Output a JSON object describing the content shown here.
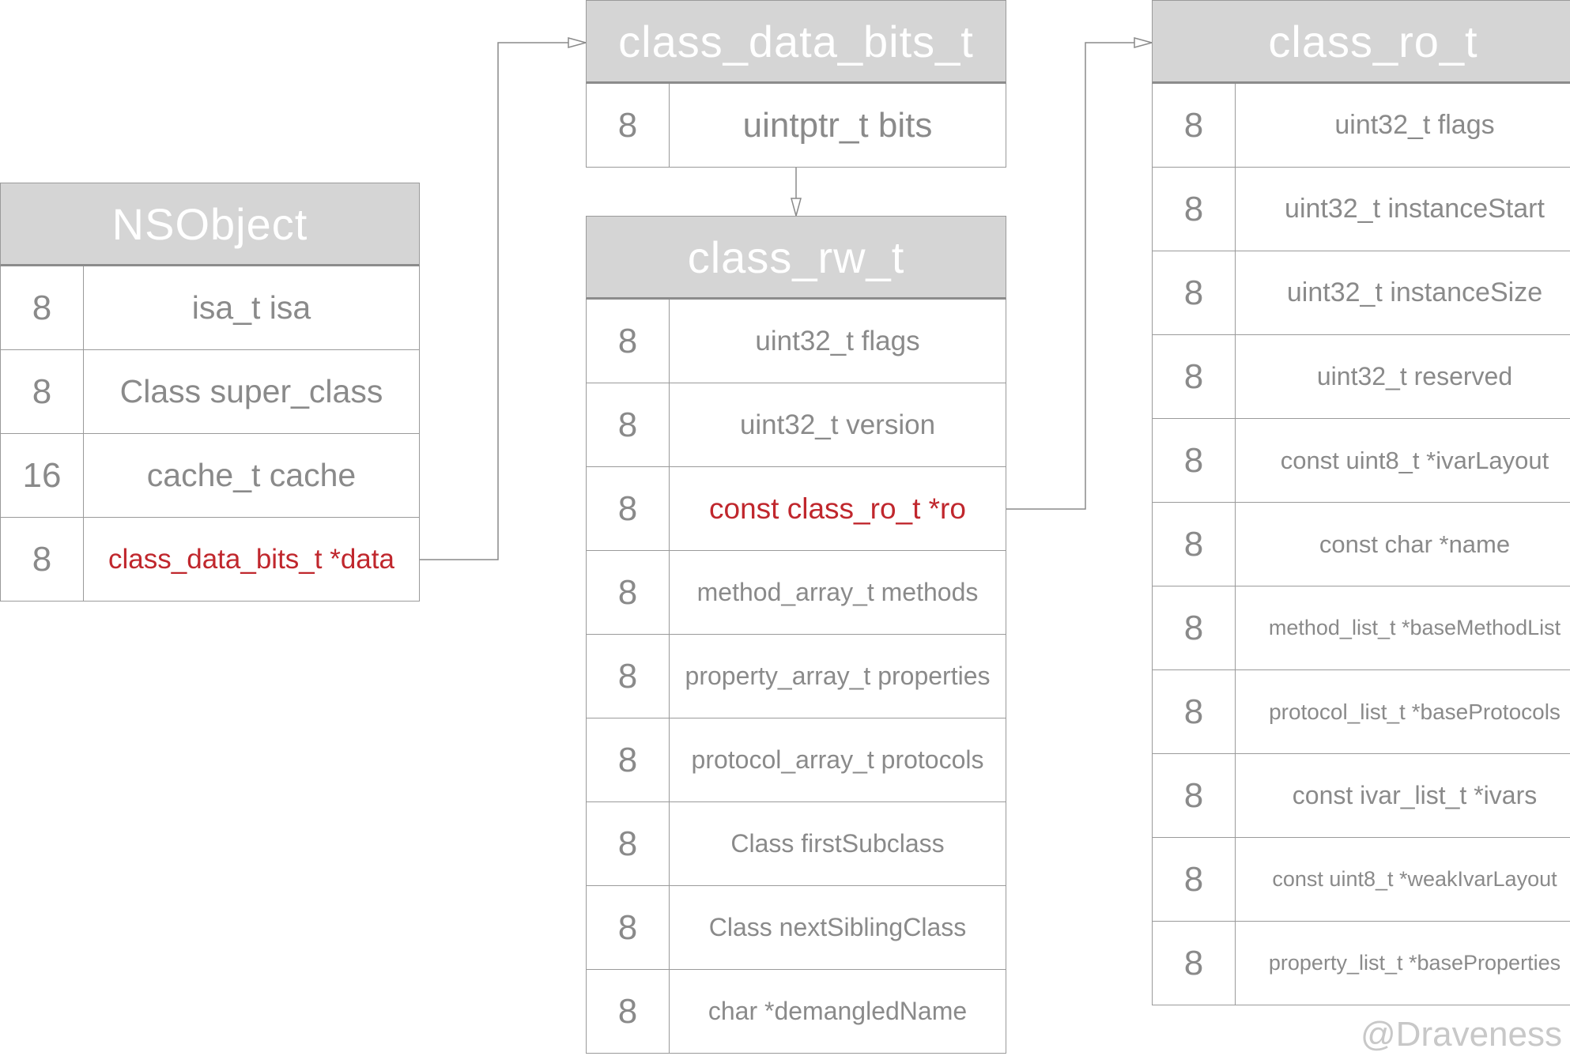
{
  "structs": [
    {
      "id": "nsobject",
      "title": "NSObject",
      "fields": [
        {
          "size": "8",
          "name": "isa_t isa"
        },
        {
          "size": "8",
          "name": "Class super_class"
        },
        {
          "size": "16",
          "name": "cache_t cache"
        },
        {
          "size": "8",
          "name": "class_data_bits_t *data",
          "highlight": true
        }
      ]
    },
    {
      "id": "class-data-bits-t",
      "title": "class_data_bits_t",
      "fields": [
        {
          "size": "8",
          "name": "uintptr_t bits"
        }
      ]
    },
    {
      "id": "class-rw-t",
      "title": "class_rw_t",
      "fields": [
        {
          "size": "8",
          "name": "uint32_t flags"
        },
        {
          "size": "8",
          "name": "uint32_t version"
        },
        {
          "size": "8",
          "name": "const class_ro_t *ro",
          "highlight": true
        },
        {
          "size": "8",
          "name": "method_array_t methods"
        },
        {
          "size": "8",
          "name": "property_array_t properties"
        },
        {
          "size": "8",
          "name": "protocol_array_t protocols"
        },
        {
          "size": "8",
          "name": "Class firstSubclass"
        },
        {
          "size": "8",
          "name": "Class nextSiblingClass"
        },
        {
          "size": "8",
          "name": "char *demangledName"
        }
      ]
    },
    {
      "id": "class-ro-t",
      "title": "class_ro_t",
      "fields": [
        {
          "size": "8",
          "name": "uint32_t flags"
        },
        {
          "size": "8",
          "name": "uint32_t instanceStart"
        },
        {
          "size": "8",
          "name": "uint32_t instanceSize"
        },
        {
          "size": "8",
          "name": "uint32_t reserved"
        },
        {
          "size": "8",
          "name": "const uint8_t *ivarLayout"
        },
        {
          "size": "8",
          "name": "const char *name"
        },
        {
          "size": "8",
          "name": "method_list_t *baseMethodList"
        },
        {
          "size": "8",
          "name": "protocol_list_t *baseProtocols"
        },
        {
          "size": "8",
          "name": "const ivar_list_t *ivars"
        },
        {
          "size": "8",
          "name": "const uint8_t *weakIvarLayout"
        },
        {
          "size": "8",
          "name": "property_list_t *baseProperties"
        }
      ]
    }
  ],
  "watermark": "@Draveness",
  "colors": {
    "header_bg": "#d5d5d5",
    "header_text": "#ffffff",
    "border": "#9a9a9a",
    "text": "#8a8a8a",
    "highlight": "#c0272d",
    "connector": "#8a8a8a"
  }
}
